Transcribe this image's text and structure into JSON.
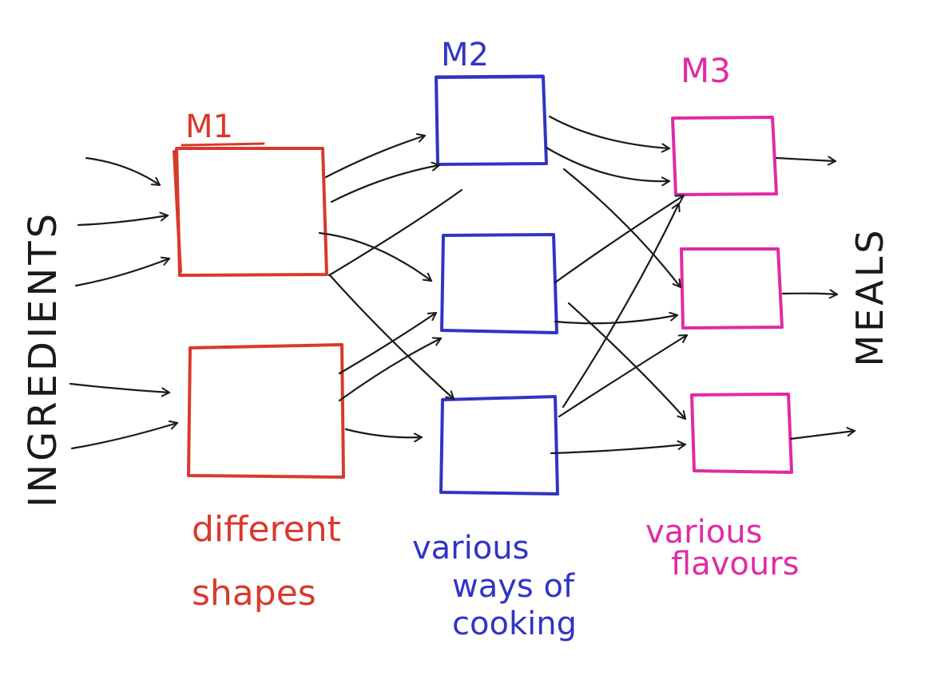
{
  "colors": {
    "m1": "#d9392c",
    "m2": "#3034c4",
    "m3": "#e02aa6",
    "ink": "#1a1a1a"
  },
  "side_labels": {
    "left": "INGREDIENTS",
    "right": "MEALS"
  },
  "stages": [
    {
      "id": "m1",
      "title": "M1",
      "caption_lines": [
        "different",
        "shapes"
      ],
      "box_count": 2
    },
    {
      "id": "m2",
      "title": "M2",
      "caption_lines": [
        "various",
        "ways of",
        "cooking"
      ],
      "box_count": 3
    },
    {
      "id": "m3",
      "title": "M3",
      "caption_lines": [
        "various",
        "flavours"
      ],
      "box_count": 3
    }
  ]
}
